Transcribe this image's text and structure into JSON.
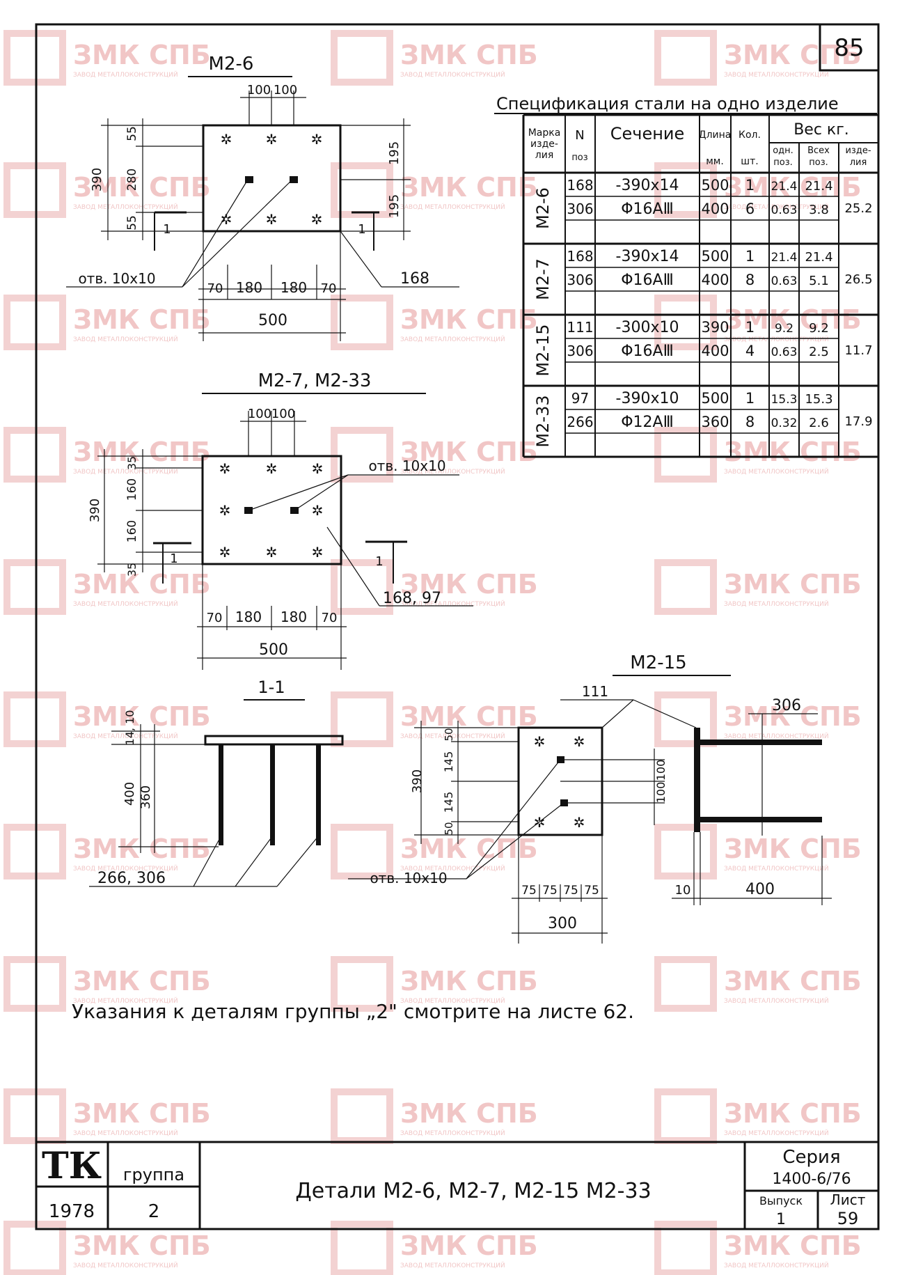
{
  "sheet_number": "85",
  "watermark": {
    "brand": "ЗМК СПБ",
    "tagline": "ЗАВОД МЕТАЛЛОКОНСТРУКЦИЙ"
  },
  "view_m26": {
    "title": "М2-6",
    "top_dims": [
      "100",
      "100"
    ],
    "left_dims": [
      "390",
      "55",
      "280",
      "55"
    ],
    "right_dims": [
      "195",
      "195"
    ],
    "bottom_dims": [
      "70",
      "180",
      "180",
      "70"
    ],
    "total": "500",
    "hole_label": "отв. 10х10",
    "part_label": "168",
    "section_mark": "1"
  },
  "view_m27": {
    "title": "М2-7,  М2-33",
    "top_dims": [
      "100",
      "100"
    ],
    "left_dims": [
      "390",
      "35",
      "160",
      "160",
      "35"
    ],
    "bottom_dims": [
      "70",
      "180",
      "180",
      "70"
    ],
    "total": "500",
    "hole_label": "отв. 10х10",
    "part_label": "168, 97",
    "section_mark": "1"
  },
  "view_11": {
    "title": "1-1",
    "dims": [
      "14, 10",
      "400",
      "360"
    ],
    "part_label": "266, 306"
  },
  "view_m215": {
    "title": "М2-15",
    "plate_label": "111",
    "bar_label": "306",
    "left_dims": [
      "390",
      "50",
      "145",
      "145",
      "50"
    ],
    "right_dims": [
      "100",
      "100"
    ],
    "bottom_dims": [
      "75",
      "75",
      "75",
      "75"
    ],
    "total": "300",
    "side_dims": [
      "10",
      "400"
    ],
    "hole_label": "отв. 10х10"
  },
  "spec": {
    "title": "Спецификация стали на одно изделие",
    "headers": {
      "mark": "Марка изде- лия",
      "pos": "N поз",
      "section": "Сечение",
      "length": "Длина мм.",
      "qty": "Кол. шт.",
      "weight": "Вес кг.",
      "w_one": "одн. поз.",
      "w_all": "Всех поз.",
      "w_item": "изде- лия"
    },
    "groups": [
      {
        "mark": "М2-6",
        "item_weight": "25.2",
        "rows": [
          {
            "pos": "168",
            "section": "-390х14",
            "length": "500",
            "qty": "1",
            "w_one": "21.4",
            "w_all": "21.4"
          },
          {
            "pos": "306",
            "section": "Φ16АⅢ",
            "length": "400",
            "qty": "6",
            "w_one": "0.63",
            "w_all": "3.8"
          }
        ]
      },
      {
        "mark": "М2-7",
        "item_weight": "26.5",
        "rows": [
          {
            "pos": "168",
            "section": "-390х14",
            "length": "500",
            "qty": "1",
            "w_one": "21.4",
            "w_all": "21.4"
          },
          {
            "pos": "306",
            "section": "Φ16АⅢ",
            "length": "400",
            "qty": "8",
            "w_one": "0.63",
            "w_all": "5.1"
          }
        ]
      },
      {
        "mark": "М2-15",
        "item_weight": "11.7",
        "rows": [
          {
            "pos": "111",
            "section": "-300х10",
            "length": "390",
            "qty": "1",
            "w_one": "9.2",
            "w_all": "9.2"
          },
          {
            "pos": "306",
            "section": "Φ16АⅢ",
            "length": "400",
            "qty": "4",
            "w_one": "0.63",
            "w_all": "2.5"
          }
        ]
      },
      {
        "mark": "М2-33",
        "item_weight": "17.9",
        "rows": [
          {
            "pos": "97",
            "section": "-390х10",
            "length": "500",
            "qty": "1",
            "w_one": "15.3",
            "w_all": "15.3"
          },
          {
            "pos": "266",
            "section": "Φ12АⅢ",
            "length": "360",
            "qty": "8",
            "w_one": "0.32",
            "w_all": "2.6"
          }
        ]
      }
    ]
  },
  "note": "Указания к деталям группы „2\" смотрите на листе 62.",
  "title_block": {
    "org": "ТК",
    "group_label": "группа",
    "year": "1978",
    "group_value": "2",
    "title": "Детали  М2-6, М2-7,  М2-15  М2-33",
    "series_label": "Серия",
    "series_value": "1400-6/76",
    "issue_label": "Выпуск",
    "issue_value": "1",
    "sheet_label": "Лист",
    "sheet_value": "59"
  }
}
